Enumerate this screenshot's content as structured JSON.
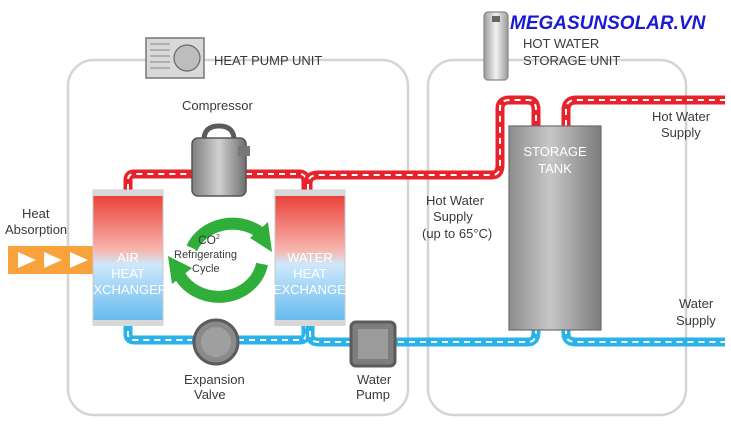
{
  "brand": "MEGASUNSOLAR.VN",
  "heat_pump_unit": "HEAT PUMP UNIT",
  "storage_unit": [
    "HOT WATER",
    "STORAGE UNIT"
  ],
  "compressor": "Compressor",
  "heat_absorption": [
    "Heat",
    "Absorption"
  ],
  "air_hx": [
    "AIR",
    "HEAT",
    "EXCHANGER"
  ],
  "water_hx": [
    "WATER",
    "HEAT",
    "EXCHANGER"
  ],
  "cycle": {
    "co2": "CO",
    "sup": "2",
    "line1": "Refrigerating",
    "line2": "Cycle"
  },
  "expansion_valve": [
    "Expansion",
    "Valve"
  ],
  "water_pump": [
    "Water",
    "Pump"
  ],
  "hot_water_supply_mid": [
    "Hot Water",
    "Supply",
    "(up to 65°C)"
  ],
  "storage_tank": [
    "STORAGE",
    "TANK"
  ],
  "hot_water_supply_right": [
    "Hot Water",
    "Supply"
  ],
  "water_supply": [
    "Water",
    "Supply"
  ],
  "colors": {
    "hot": "#e8222a",
    "cold": "#29b3e8",
    "brand": "#1a1ad0",
    "frame": "#d4d4d4",
    "cycle": "#2fae3a",
    "arrow": "#f7a23a"
  }
}
